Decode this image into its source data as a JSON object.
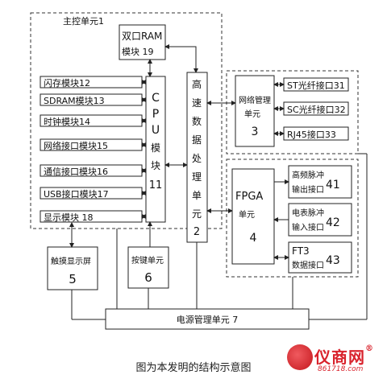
{
  "main_unit": {
    "label": "主控单元1"
  },
  "dual_ram": {
    "line1": "双口RAM",
    "line2": "模块 19"
  },
  "left_modules": [
    "闪存模块12",
    "SDRAM模块13",
    "时钟模块14",
    "网络接口模块15",
    "通信接口模块16",
    "USB接口模块17",
    "显示模块 18"
  ],
  "cpu": {
    "chars": [
      "C",
      "P",
      "U",
      "模",
      "块",
      "11"
    ]
  },
  "hs_unit": {
    "chars": [
      "高",
      "速",
      "数",
      "据",
      "处",
      "理",
      "单",
      "元",
      "2"
    ]
  },
  "network_mgmt": {
    "line1": "网络管理",
    "line2": "单元",
    "num": "3"
  },
  "ports": [
    "ST光纤接口31",
    "SC光纤接口32",
    "RJ45接口33"
  ],
  "fpga": {
    "line1": "FPGA",
    "line2": "单元",
    "num": "4"
  },
  "fpga_ports": [
    {
      "line1": "高频脉冲",
      "line2": "输出接口",
      "num": "41"
    },
    {
      "line1": "电表脉冲",
      "line2": "输入接口",
      "num": "42"
    },
    {
      "line1": "FT3",
      "line2": "数据接口",
      "num": "43"
    }
  ],
  "touch": {
    "line1": "触摸显示屏",
    "num": "5"
  },
  "keys": {
    "line1": "按键单元",
    "num": "6"
  },
  "power": {
    "label": "电源管理单元 7"
  },
  "caption": "图为本发明的结构示意图",
  "watermark": {
    "name": "仪商网",
    "registered": "®",
    "url": "861718.com"
  }
}
